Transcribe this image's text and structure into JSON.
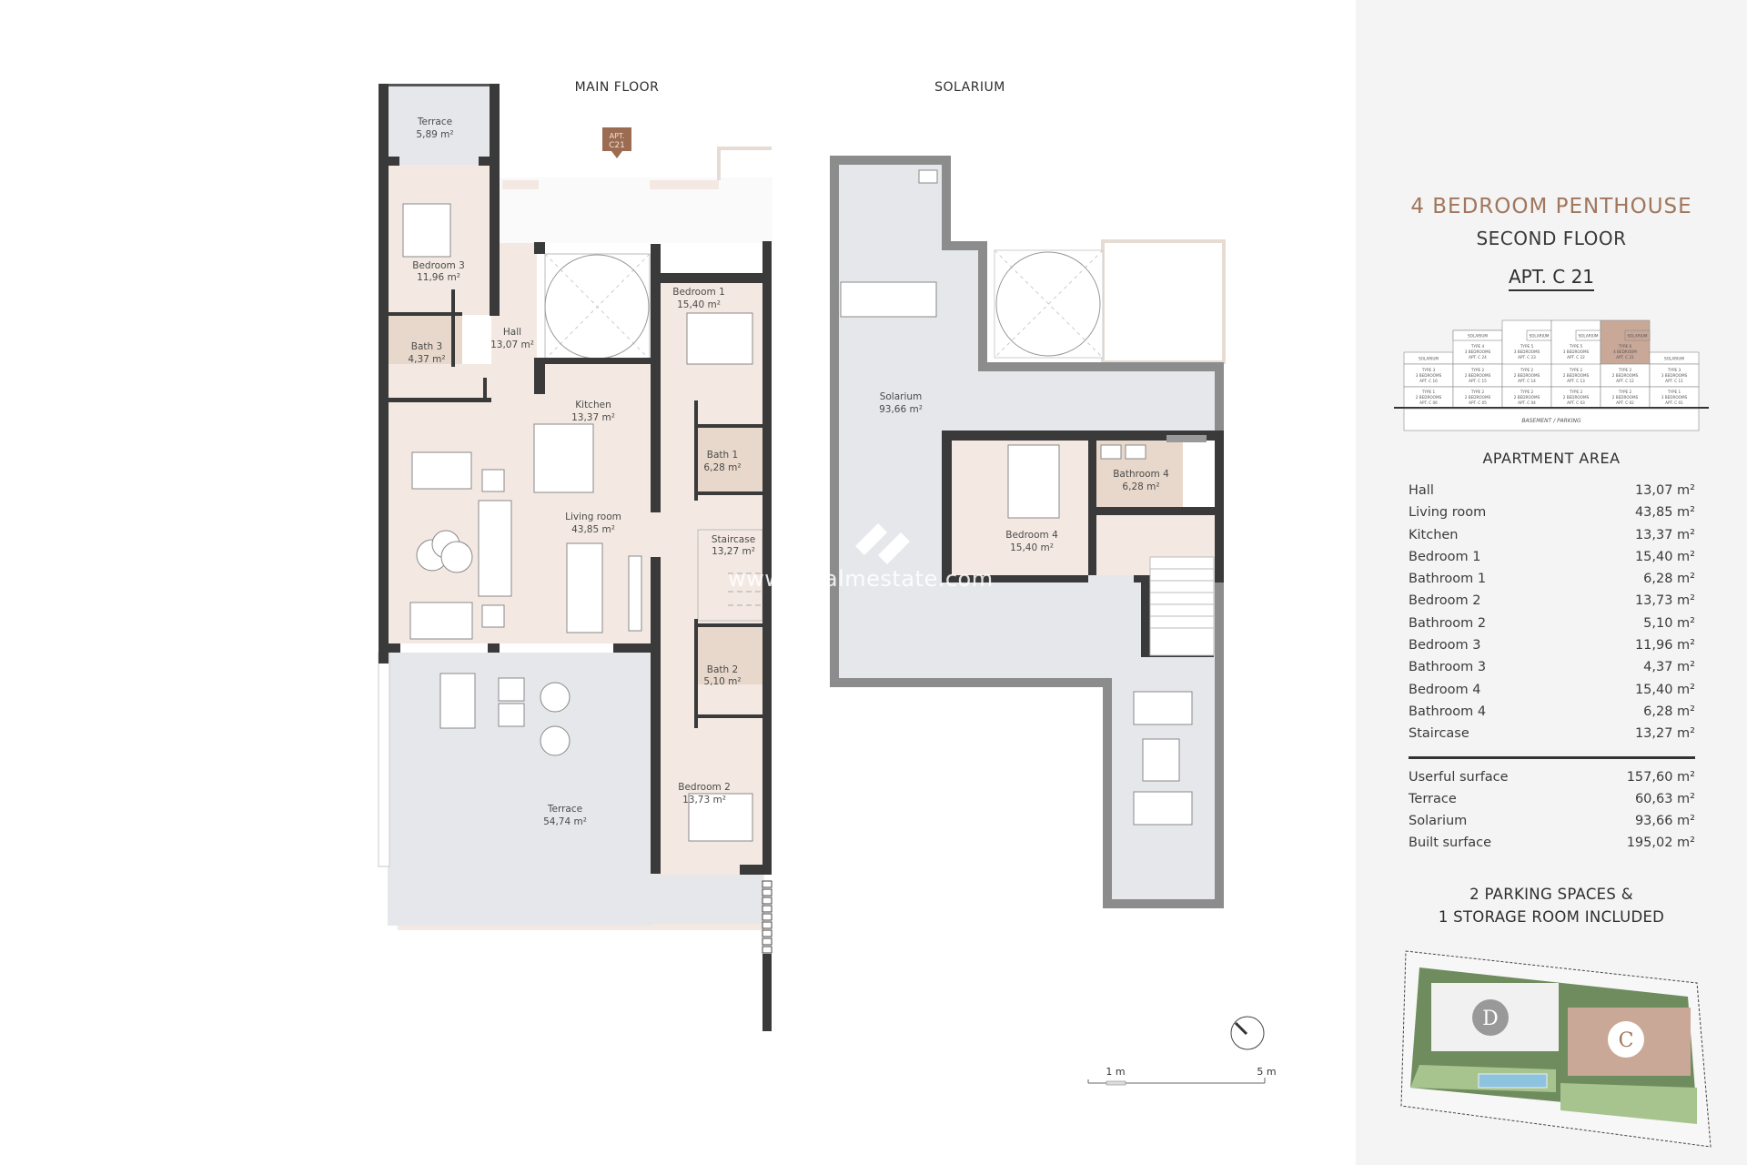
{
  "plan": {
    "main_floor_title": "MAIN FLOOR",
    "solarium_title": "SOLARIUM",
    "apt_marker": [
      "APT.",
      "C21"
    ],
    "rooms": {
      "terrace_small": [
        "Terrace",
        "5,89 m²"
      ],
      "bedroom3": [
        "Bedroom 3",
        "11,96 m²"
      ],
      "bath3": [
        "Bath 3",
        "4,37 m²"
      ],
      "hall": [
        "Hall",
        "13,07 m²"
      ],
      "kitchen": [
        "Kitchen",
        "13,37 m²"
      ],
      "bedroom1": [
        "Bedroom 1",
        "15,40 m²"
      ],
      "bath1": [
        "Bath 1",
        "6,28 m²"
      ],
      "living": [
        "Living room",
        "43,85 m²"
      ],
      "staircase": [
        "Staircase",
        "13,27 m²"
      ],
      "bath2": [
        "Bath 2",
        "5,10 m²"
      ],
      "terrace_large": [
        "Terrace",
        "54,74 m²"
      ],
      "bedroom2": [
        "Bedroom 2",
        "13,73 m²"
      ],
      "solarium": [
        "Solarium",
        "93,66 m²"
      ],
      "bathroom4": [
        "Bathroom 4",
        "6,28 m²"
      ],
      "bedroom4": [
        "Bedroom 4",
        "15,40 m²"
      ]
    },
    "scale": {
      "left": "1 m",
      "right": "5 m"
    },
    "compass_icon": "north-arrow-icon",
    "watermark": "www.     dpalmestate.com"
  },
  "panel": {
    "title": "4 BEDROOM PENTHOUSE",
    "subtitle": "SECOND FLOOR",
    "apartment": "APT. C 21",
    "building": {
      "highlight_color": "#c9a898",
      "top": [
        {
          "solarium": "SOLARIUM",
          "type": "",
          "beds": "",
          "apt": ""
        },
        {
          "solarium": "SOLARIUM",
          "type": "TYPE 4",
          "beds": "3 BEDROOMS",
          "apt": "APT. C 24"
        },
        {
          "solarium": "SOLARIUM",
          "type": "TYPE 5",
          "beds": "3 BEDROOMS",
          "apt": "APT. C 23"
        },
        {
          "solarium": "SOLARIUM",
          "type": "TYPE 5",
          "beds": "3 BEDROOMS",
          "apt": "APT. C 22"
        },
        {
          "solarium": "SOLARIUM",
          "type": "TYPE 6",
          "beds": "4 BEDROOM",
          "apt": "APT. C 21"
        },
        {
          "solarium": "SOLARIUM",
          "type": "",
          "beds": "",
          "apt": ""
        }
      ],
      "middle": [
        {
          "type": "TYPE 3",
          "beds": "3 BEDROOMS",
          "apt": "APT. C 16"
        },
        {
          "type": "TYPE 2",
          "beds": "2 BEDROOMS",
          "apt": "APT. C 15"
        },
        {
          "type": "TYPE 2",
          "beds": "2 BEDROOMS",
          "apt": "APT. C 14"
        },
        {
          "type": "TYPE 2",
          "beds": "2 BEDROOMS",
          "apt": "APT. C 13"
        },
        {
          "type": "TYPE 2",
          "beds": "2 BEDROOMS",
          "apt": "APT. C 12"
        },
        {
          "type": "TYPE 3",
          "beds": "3 BEDROOMS",
          "apt": "APT. C 11"
        }
      ],
      "bottom": [
        {
          "type": "TYPE 1",
          "beds": "2 BEDROOMS",
          "apt": "APT. C 06"
        },
        {
          "type": "TYPE 2",
          "beds": "2 BEDROOMS",
          "apt": "APT. C 05"
        },
        {
          "type": "TYPE 2",
          "beds": "2 BEDROOMS",
          "apt": "APT. C 04"
        },
        {
          "type": "TYPE 2",
          "beds": "2 BEDROOMS",
          "apt": "APT. C 03"
        },
        {
          "type": "TYPE 2",
          "beds": "2 BEDROOMS",
          "apt": "APT. C 02"
        },
        {
          "type": "TYPE 1",
          "beds": "3 BEDROOMS",
          "apt": "APT. C 01"
        }
      ],
      "basement": "BASEMENT / PARKING"
    },
    "area_heading": "APARTMENT AREA",
    "areas": [
      {
        "label": "Hall",
        "value": "13,07 m²"
      },
      {
        "label": "Living room",
        "value": "43,85 m²"
      },
      {
        "label": "Kitchen",
        "value": "13,37 m²"
      },
      {
        "label": "Bedroom 1",
        "value": "15,40 m²"
      },
      {
        "label": "Bathroom 1",
        "value": "6,28 m²"
      },
      {
        "label": "Bedroom 2",
        "value": "13,73 m²"
      },
      {
        "label": "Bathroom 2",
        "value": "5,10 m²"
      },
      {
        "label": "Bedroom 3",
        "value": "11,96 m²"
      },
      {
        "label": "Bathroom 3",
        "value": "4,37 m²"
      },
      {
        "label": "Bedroom 4",
        "value": "15,40 m²"
      },
      {
        "label": "Bathroom 4",
        "value": "6,28 m²"
      },
      {
        "label": "Staircase",
        "value": "13,27 m²"
      }
    ],
    "totals": [
      {
        "label": "Userful surface",
        "value": "157,60 m²"
      },
      {
        "label": "Terrace",
        "value": "60,63 m²"
      },
      {
        "label": "Solarium",
        "value": "93,66 m²"
      },
      {
        "label": "Built surface",
        "value": "195,02 m²"
      }
    ],
    "parking": [
      "2 PARKING SPACES &",
      "1 STORAGE ROOM INCLUDED"
    ],
    "site_plan": {
      "labels": [
        "D",
        "C"
      ],
      "highlight_color": "#c9a898"
    }
  },
  "colors": {
    "accent": "#a0765c",
    "interior": "#f3e9e2",
    "wet_room": "#e8d8cb",
    "exterior": "#e5e7eb",
    "wall": "#3a3a3a",
    "solarium_wall": "#8c8c8c"
  }
}
